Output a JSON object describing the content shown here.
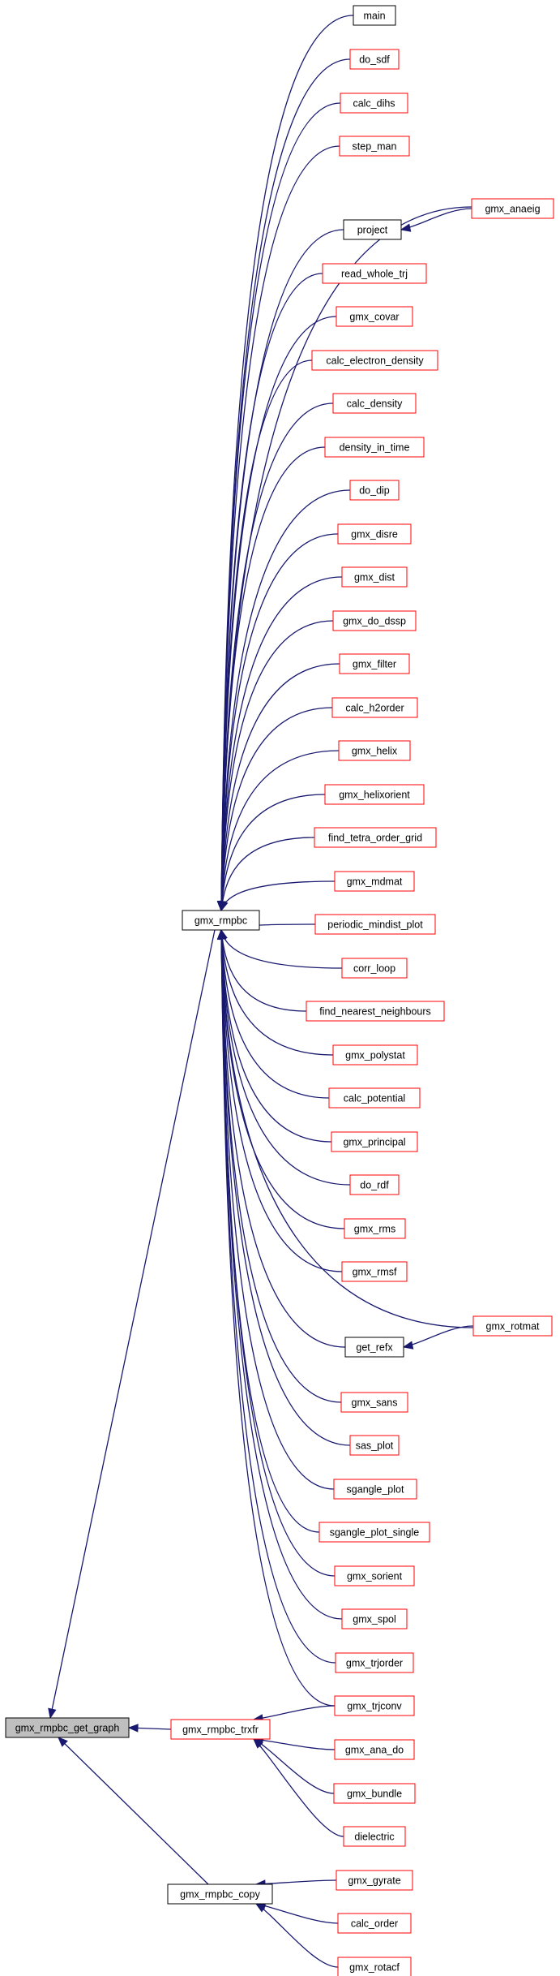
{
  "graph": {
    "root": "gmx_rmpbc_get_graph",
    "nodes": [
      {
        "id": "gmx_rmpbc_get_graph",
        "label": "gmx_rmpbc_get_graph",
        "style": "root"
      },
      {
        "id": "gmx_rmpbc",
        "label": "gmx_rmpbc",
        "style": "black"
      },
      {
        "id": "gmx_rmpbc_trxfr",
        "label": "gmx_rmpbc_trxfr",
        "style": "red"
      },
      {
        "id": "gmx_rmpbc_copy",
        "label": "gmx_rmpbc_copy",
        "style": "black"
      },
      {
        "id": "main",
        "label": "main",
        "style": "black"
      },
      {
        "id": "do_sdf",
        "label": "do_sdf",
        "style": "red"
      },
      {
        "id": "calc_dihs",
        "label": "calc_dihs",
        "style": "red"
      },
      {
        "id": "step_man",
        "label": "step_man",
        "style": "red"
      },
      {
        "id": "project",
        "label": "project",
        "style": "black"
      },
      {
        "id": "gmx_anaeig",
        "label": "gmx_anaeig",
        "style": "red"
      },
      {
        "id": "read_whole_trj",
        "label": "read_whole_trj",
        "style": "red"
      },
      {
        "id": "gmx_covar",
        "label": "gmx_covar",
        "style": "red"
      },
      {
        "id": "calc_electron_density",
        "label": "calc_electron_density",
        "style": "red"
      },
      {
        "id": "calc_density",
        "label": "calc_density",
        "style": "red"
      },
      {
        "id": "density_in_time",
        "label": "density_in_time",
        "style": "red"
      },
      {
        "id": "do_dip",
        "label": "do_dip",
        "style": "red"
      },
      {
        "id": "gmx_disre",
        "label": "gmx_disre",
        "style": "red"
      },
      {
        "id": "gmx_dist",
        "label": "gmx_dist",
        "style": "red"
      },
      {
        "id": "gmx_do_dssp",
        "label": "gmx_do_dssp",
        "style": "red"
      },
      {
        "id": "gmx_filter",
        "label": "gmx_filter",
        "style": "red"
      },
      {
        "id": "calc_h2order",
        "label": "calc_h2order",
        "style": "red"
      },
      {
        "id": "gmx_helix",
        "label": "gmx_helix",
        "style": "red"
      },
      {
        "id": "gmx_helixorient",
        "label": "gmx_helixorient",
        "style": "red"
      },
      {
        "id": "find_tetra_order_grid",
        "label": "find_tetra_order_grid",
        "style": "red"
      },
      {
        "id": "gmx_mdmat",
        "label": "gmx_mdmat",
        "style": "red"
      },
      {
        "id": "periodic_mindist_plot",
        "label": "periodic_mindist_plot",
        "style": "red"
      },
      {
        "id": "corr_loop",
        "label": "corr_loop",
        "style": "red"
      },
      {
        "id": "find_nearest_neighbours",
        "label": "find_nearest_neighbours",
        "style": "red"
      },
      {
        "id": "gmx_polystat",
        "label": "gmx_polystat",
        "style": "red"
      },
      {
        "id": "calc_potential",
        "label": "calc_potential",
        "style": "red"
      },
      {
        "id": "gmx_principal",
        "label": "gmx_principal",
        "style": "red"
      },
      {
        "id": "do_rdf",
        "label": "do_rdf",
        "style": "red"
      },
      {
        "id": "gmx_rms",
        "label": "gmx_rms",
        "style": "red"
      },
      {
        "id": "gmx_rmsf",
        "label": "gmx_rmsf",
        "style": "red"
      },
      {
        "id": "get_refx",
        "label": "get_refx",
        "style": "black"
      },
      {
        "id": "gmx_rotmat",
        "label": "gmx_rotmat",
        "style": "red"
      },
      {
        "id": "gmx_sans",
        "label": "gmx_sans",
        "style": "red"
      },
      {
        "id": "sas_plot",
        "label": "sas_plot",
        "style": "red"
      },
      {
        "id": "sgangle_plot",
        "label": "sgangle_plot",
        "style": "red"
      },
      {
        "id": "sgangle_plot_single",
        "label": "sgangle_plot_single",
        "style": "red"
      },
      {
        "id": "gmx_sorient",
        "label": "gmx_sorient",
        "style": "red"
      },
      {
        "id": "gmx_spol",
        "label": "gmx_spol",
        "style": "red"
      },
      {
        "id": "gmx_trjorder",
        "label": "gmx_trjorder",
        "style": "red"
      },
      {
        "id": "gmx_trjconv",
        "label": "gmx_trjconv",
        "style": "red"
      },
      {
        "id": "gmx_ana_do",
        "label": "gmx_ana_do",
        "style": "red"
      },
      {
        "id": "gmx_bundle",
        "label": "gmx_bundle",
        "style": "red"
      },
      {
        "id": "dielectric",
        "label": "dielectric",
        "style": "red"
      },
      {
        "id": "gmx_gyrate",
        "label": "gmx_gyrate",
        "style": "red"
      },
      {
        "id": "calc_order",
        "label": "calc_order",
        "style": "red"
      },
      {
        "id": "gmx_rotacf",
        "label": "gmx_rotacf",
        "style": "red"
      }
    ],
    "edges": [
      [
        "gmx_rmpbc",
        "gmx_rmpbc_get_graph"
      ],
      [
        "gmx_rmpbc_trxfr",
        "gmx_rmpbc_get_graph"
      ],
      [
        "gmx_rmpbc_copy",
        "gmx_rmpbc_get_graph"
      ],
      [
        "main",
        "gmx_rmpbc"
      ],
      [
        "do_sdf",
        "gmx_rmpbc"
      ],
      [
        "calc_dihs",
        "gmx_rmpbc"
      ],
      [
        "step_man",
        "gmx_rmpbc"
      ],
      [
        "gmx_anaeig",
        "gmx_rmpbc"
      ],
      [
        "project",
        "gmx_rmpbc"
      ],
      [
        "read_whole_trj",
        "gmx_rmpbc"
      ],
      [
        "gmx_covar",
        "gmx_rmpbc"
      ],
      [
        "calc_electron_density",
        "gmx_rmpbc"
      ],
      [
        "calc_density",
        "gmx_rmpbc"
      ],
      [
        "density_in_time",
        "gmx_rmpbc"
      ],
      [
        "do_dip",
        "gmx_rmpbc"
      ],
      [
        "gmx_disre",
        "gmx_rmpbc"
      ],
      [
        "gmx_dist",
        "gmx_rmpbc"
      ],
      [
        "gmx_do_dssp",
        "gmx_rmpbc"
      ],
      [
        "gmx_filter",
        "gmx_rmpbc"
      ],
      [
        "calc_h2order",
        "gmx_rmpbc"
      ],
      [
        "gmx_helix",
        "gmx_rmpbc"
      ],
      [
        "gmx_helixorient",
        "gmx_rmpbc"
      ],
      [
        "find_tetra_order_grid",
        "gmx_rmpbc"
      ],
      [
        "gmx_mdmat",
        "gmx_rmpbc"
      ],
      [
        "periodic_mindist_plot",
        "gmx_rmpbc"
      ],
      [
        "corr_loop",
        "gmx_rmpbc"
      ],
      [
        "find_nearest_neighbours",
        "gmx_rmpbc"
      ],
      [
        "gmx_polystat",
        "gmx_rmpbc"
      ],
      [
        "calc_potential",
        "gmx_rmpbc"
      ],
      [
        "gmx_principal",
        "gmx_rmpbc"
      ],
      [
        "do_rdf",
        "gmx_rmpbc"
      ],
      [
        "gmx_rms",
        "gmx_rmpbc"
      ],
      [
        "gmx_rmsf",
        "gmx_rmpbc"
      ],
      [
        "gmx_rotmat",
        "gmx_rmpbc"
      ],
      [
        "get_refx",
        "gmx_rmpbc"
      ],
      [
        "gmx_sans",
        "gmx_rmpbc"
      ],
      [
        "sas_plot",
        "gmx_rmpbc"
      ],
      [
        "sgangle_plot",
        "gmx_rmpbc"
      ],
      [
        "sgangle_plot_single",
        "gmx_rmpbc"
      ],
      [
        "gmx_sorient",
        "gmx_rmpbc"
      ],
      [
        "gmx_spol",
        "gmx_rmpbc"
      ],
      [
        "gmx_trjorder",
        "gmx_rmpbc"
      ],
      [
        "gmx_trjconv",
        "gmx_rmpbc"
      ],
      [
        "gmx_anaeig",
        "project"
      ],
      [
        "gmx_rotmat",
        "get_refx"
      ],
      [
        "gmx_trjconv",
        "gmx_rmpbc_trxfr"
      ],
      [
        "gmx_ana_do",
        "gmx_rmpbc_trxfr"
      ],
      [
        "gmx_bundle",
        "gmx_rmpbc_trxfr"
      ],
      [
        "dielectric",
        "gmx_rmpbc_trxfr"
      ],
      [
        "gmx_gyrate",
        "gmx_rmpbc_copy"
      ],
      [
        "calc_order",
        "gmx_rmpbc_copy"
      ],
      [
        "gmx_rotacf",
        "gmx_rmpbc_copy"
      ]
    ]
  },
  "colors": {
    "edge": "#191970",
    "root_fill": "#bfbfbf",
    "black_border": "#000000",
    "red_border": "#ff0000",
    "node_fill": "#ffffff"
  }
}
